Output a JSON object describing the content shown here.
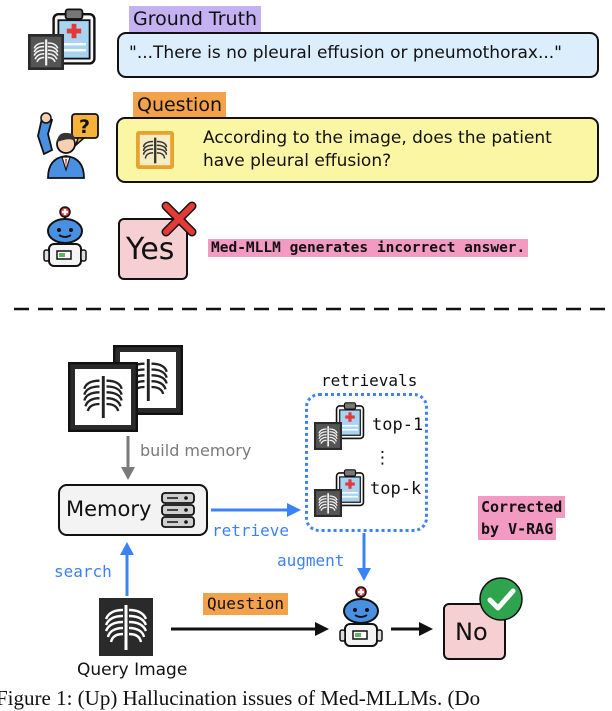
{
  "top": {
    "ground_truth_label": "Ground Truth",
    "ground_truth_text": "\"...There is no pleural effusion or pneumothorax...\"",
    "question_label": "Question",
    "question_text": "According to the image, does the patient have pleural effusion?",
    "answer": "Yes",
    "incorrect_note": "Med-MLLM generates incorrect answer."
  },
  "bottom": {
    "build_memory": "build memory",
    "memory": "Memory",
    "retrieve": "retrieve",
    "retrievals": "retrievals",
    "top1": "top-1",
    "ellipsis": "⋮",
    "topk": "top-k",
    "augment": "augment",
    "search": "search",
    "question_label": "Question",
    "query_image": "Query Image",
    "answer": "No",
    "corrected_line1": "Corrected",
    "corrected_line2": "by V-RAG"
  },
  "caption": "Figure 1: (Up) Hallucination issues of Med-MLLMs. (Do"
}
